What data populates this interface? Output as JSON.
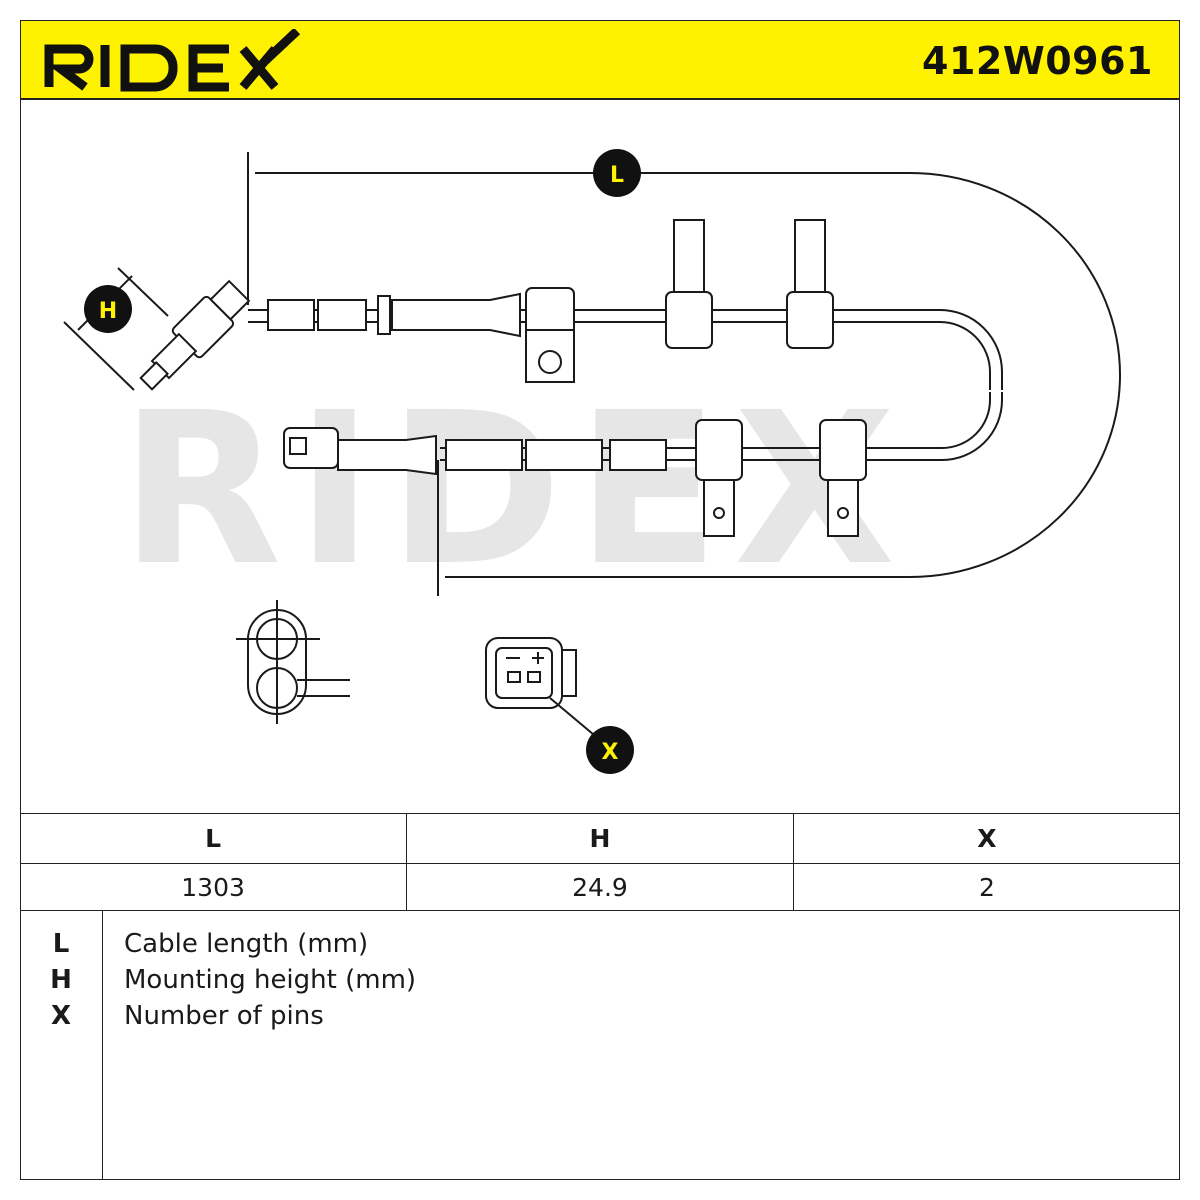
{
  "header": {
    "brand": "RIDEX",
    "part_number": "412W0961",
    "background_color": "#fff200"
  },
  "drawing": {
    "callouts": {
      "length": "L",
      "height": "H",
      "pins": "X"
    },
    "watermark": "RIDEX"
  },
  "dimensions": {
    "headers": [
      "L",
      "H",
      "X"
    ],
    "values": [
      "1303",
      "24.9",
      "2"
    ]
  },
  "legend": [
    {
      "key": "L",
      "label": "Cable length (mm)"
    },
    {
      "key": "H",
      "label": "Mounting height (mm)"
    },
    {
      "key": "X",
      "label": "Number of pins"
    }
  ]
}
